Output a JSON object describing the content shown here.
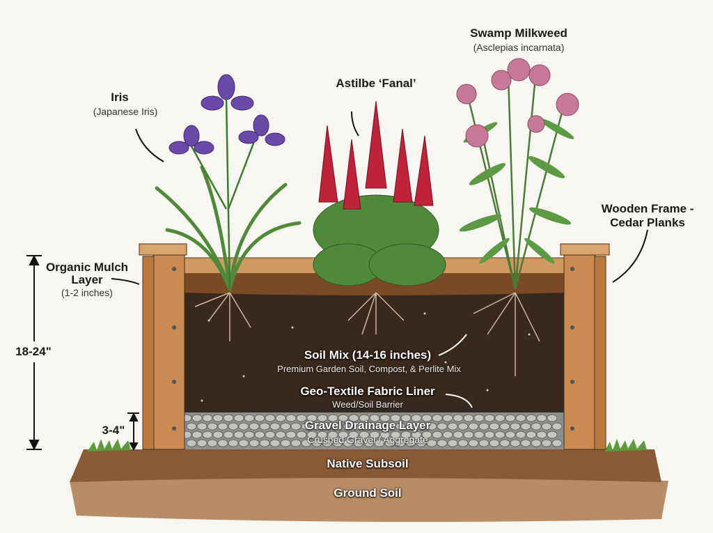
{
  "plants": {
    "iris": {
      "name": "Iris",
      "subtitle": "(Japanese Iris)"
    },
    "astilbe": {
      "name": "Astilbe ‘Fanal’"
    },
    "milkweed": {
      "name": "Swamp Milkweed",
      "subtitle": "(Asclepias incarnata)"
    }
  },
  "frame": {
    "line1": "Wooden Frame -",
    "line2": "Cedar Planks"
  },
  "mulch": {
    "line1": "Organic Mulch",
    "line2": "Layer",
    "depth": "(1-2 inches)"
  },
  "dimensions": {
    "total_height": "18-24\"",
    "gravel_height": "3-4\""
  },
  "layers": {
    "soil_mix": {
      "title": "Soil Mix (14-16 inches)",
      "detail": "Premium Garden Soil, Compost, & Perlite Mix"
    },
    "liner": {
      "title": "Geo-Textile Fabric Liner",
      "detail": "Weed/Soil Barrier"
    },
    "gravel": {
      "title": "Gravel Drainage Layer",
      "detail": "Crushed Gravel / Aggregate"
    },
    "subsoil": {
      "title": "Native Subsoil"
    },
    "ground": {
      "title": "Ground Soil"
    }
  },
  "colors": {
    "wood": "#c98b52",
    "soil": "#3a281c",
    "gravel": "#9a9a98",
    "subsoil": "#8a5a36",
    "ground": "#b88d66",
    "iris": "#6a4aa8",
    "astilbe": "#c0223a",
    "milkweed": "#c77a98",
    "leaf": "#4f8a3a"
  }
}
